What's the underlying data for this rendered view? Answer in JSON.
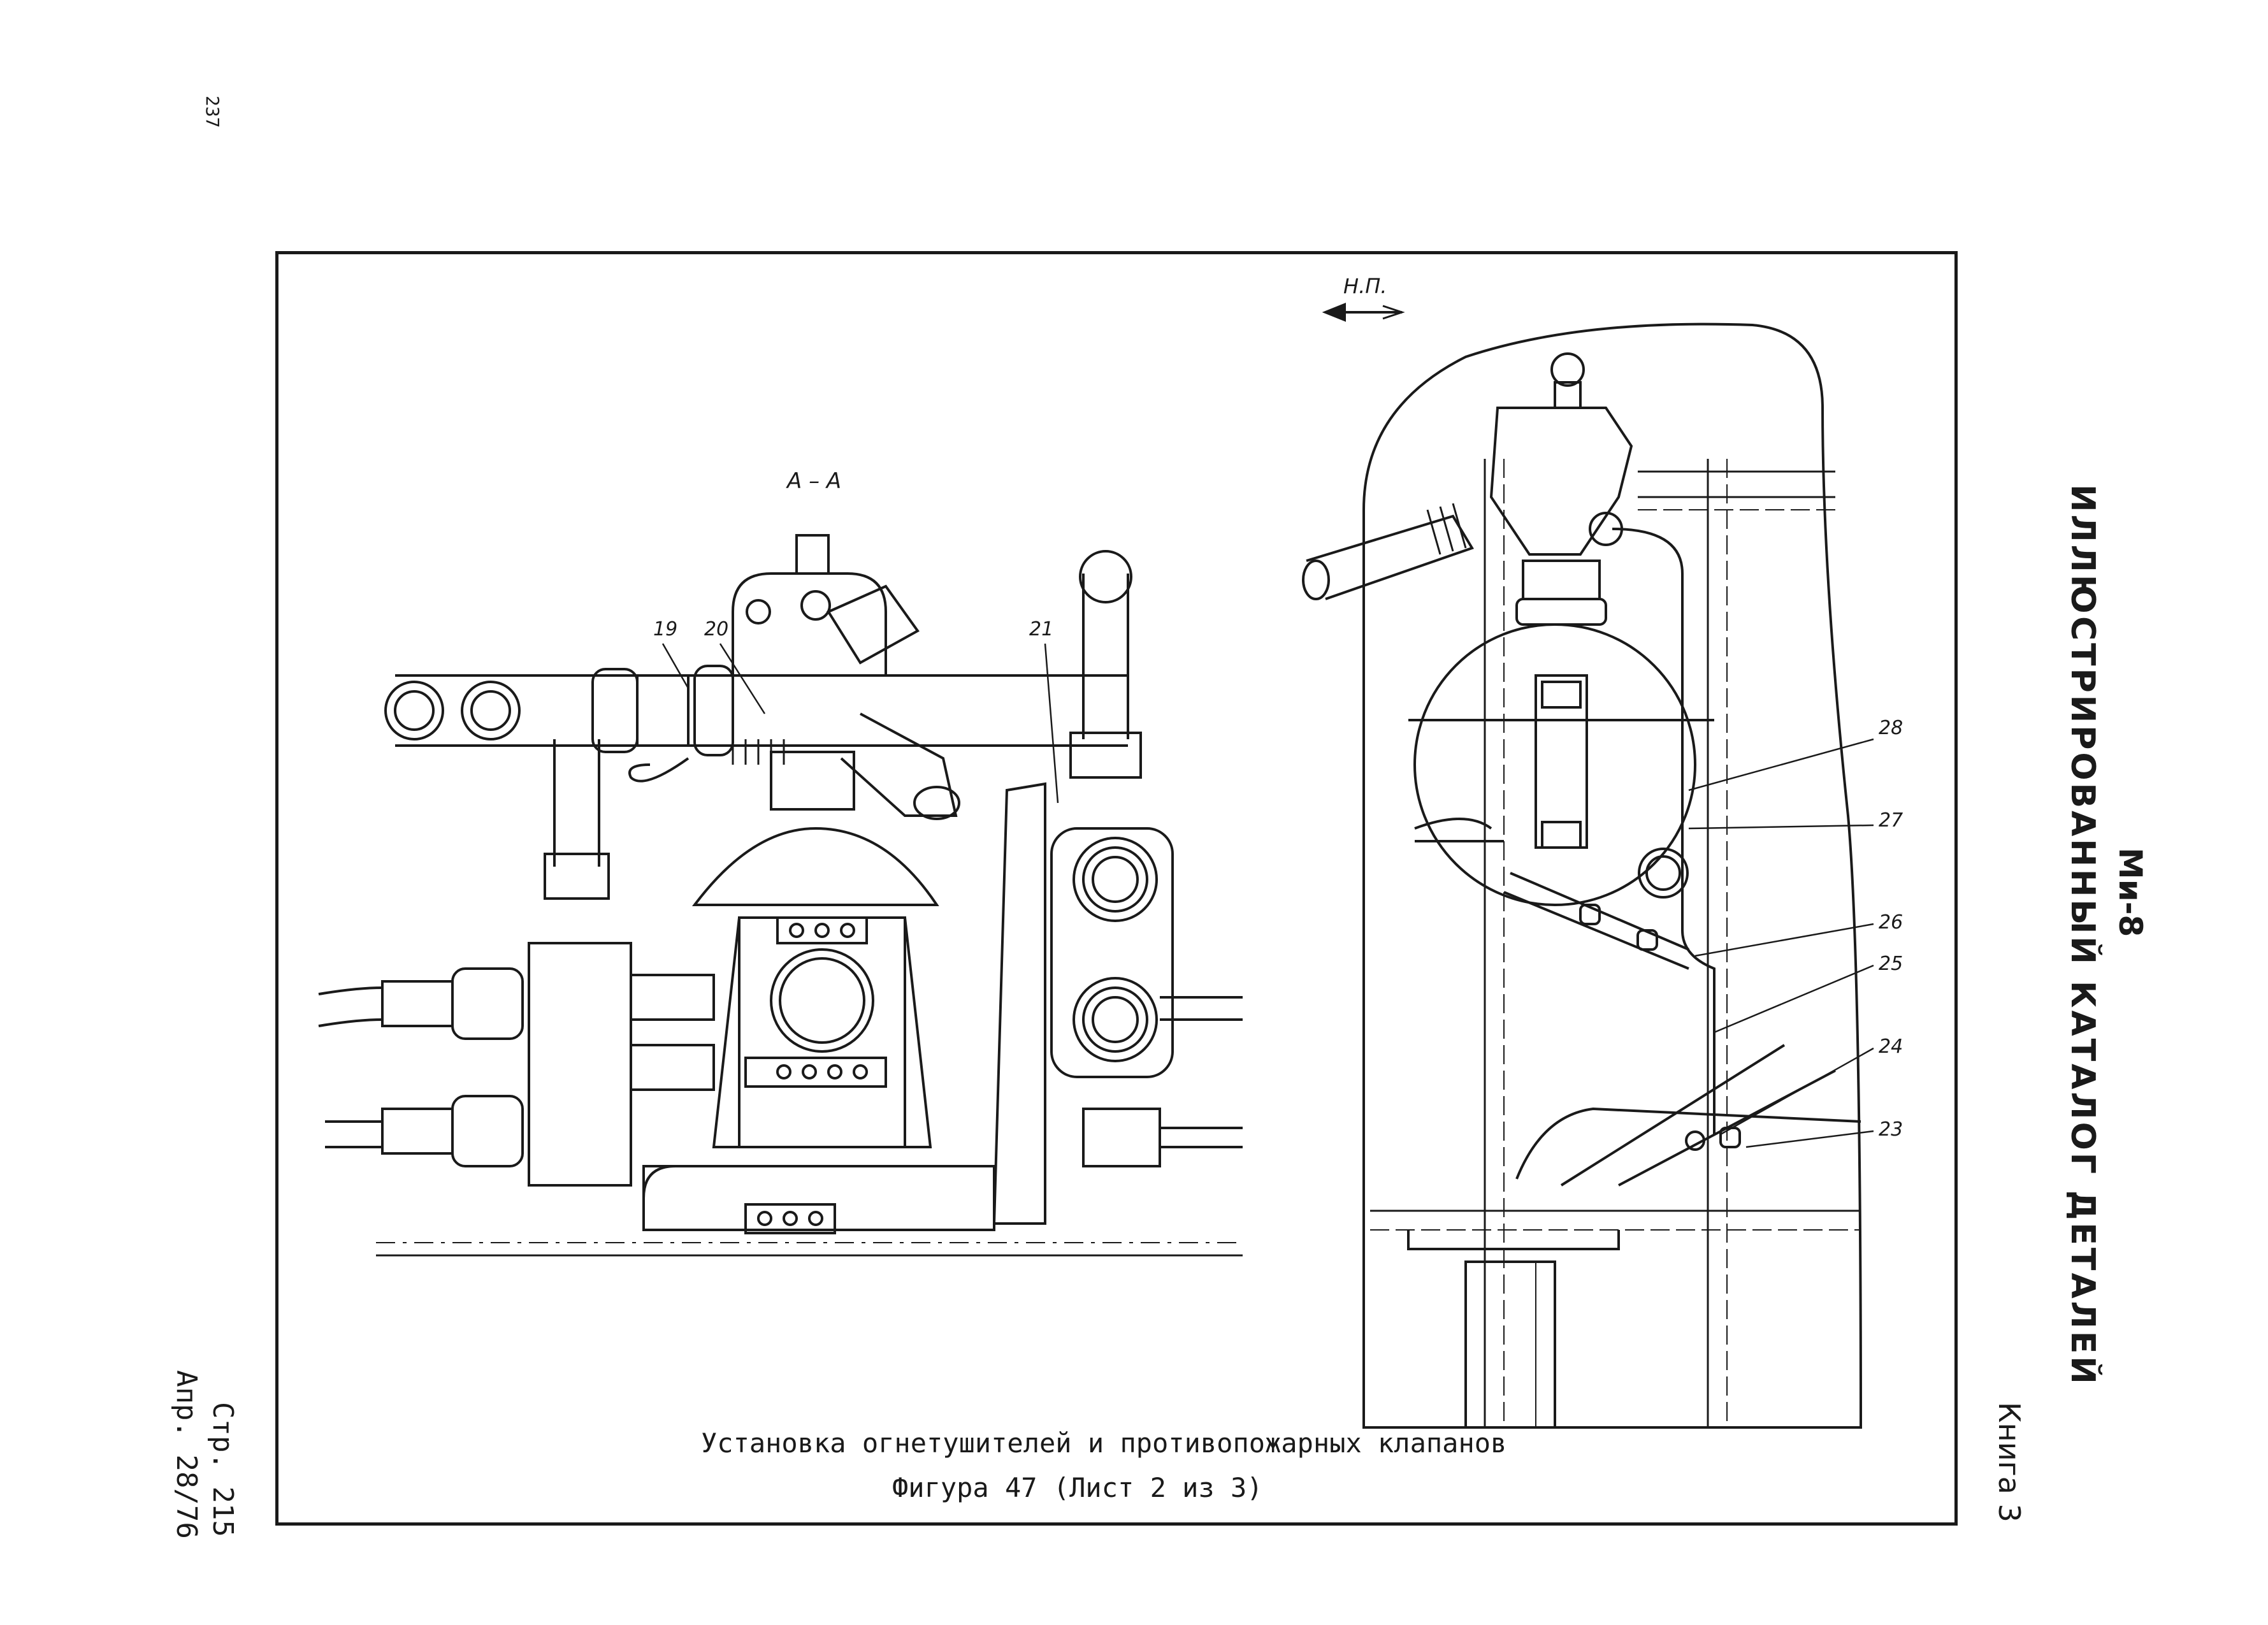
{
  "header": {
    "scan_page_number": "237",
    "catalog_title": "ИЛЛЮСТРИРОВАННЫЙ КАТАЛОГ ДЕТАЛЕЙ",
    "aircraft_model": "Ми-8",
    "book": "Книга 3",
    "page": "Стр. 215",
    "date": "Апр. 28/76"
  },
  "figure": {
    "caption_line1": "Установка огнетушителей и противопожарных клапанов",
    "caption_line2": "Фигура 47 (Лист 2 из 3)",
    "section_label": "А – А",
    "direction_label": "Н.П."
  },
  "callouts": [
    "19",
    "20",
    "21",
    "23",
    "24",
    "25",
    "26",
    "27",
    "28"
  ]
}
